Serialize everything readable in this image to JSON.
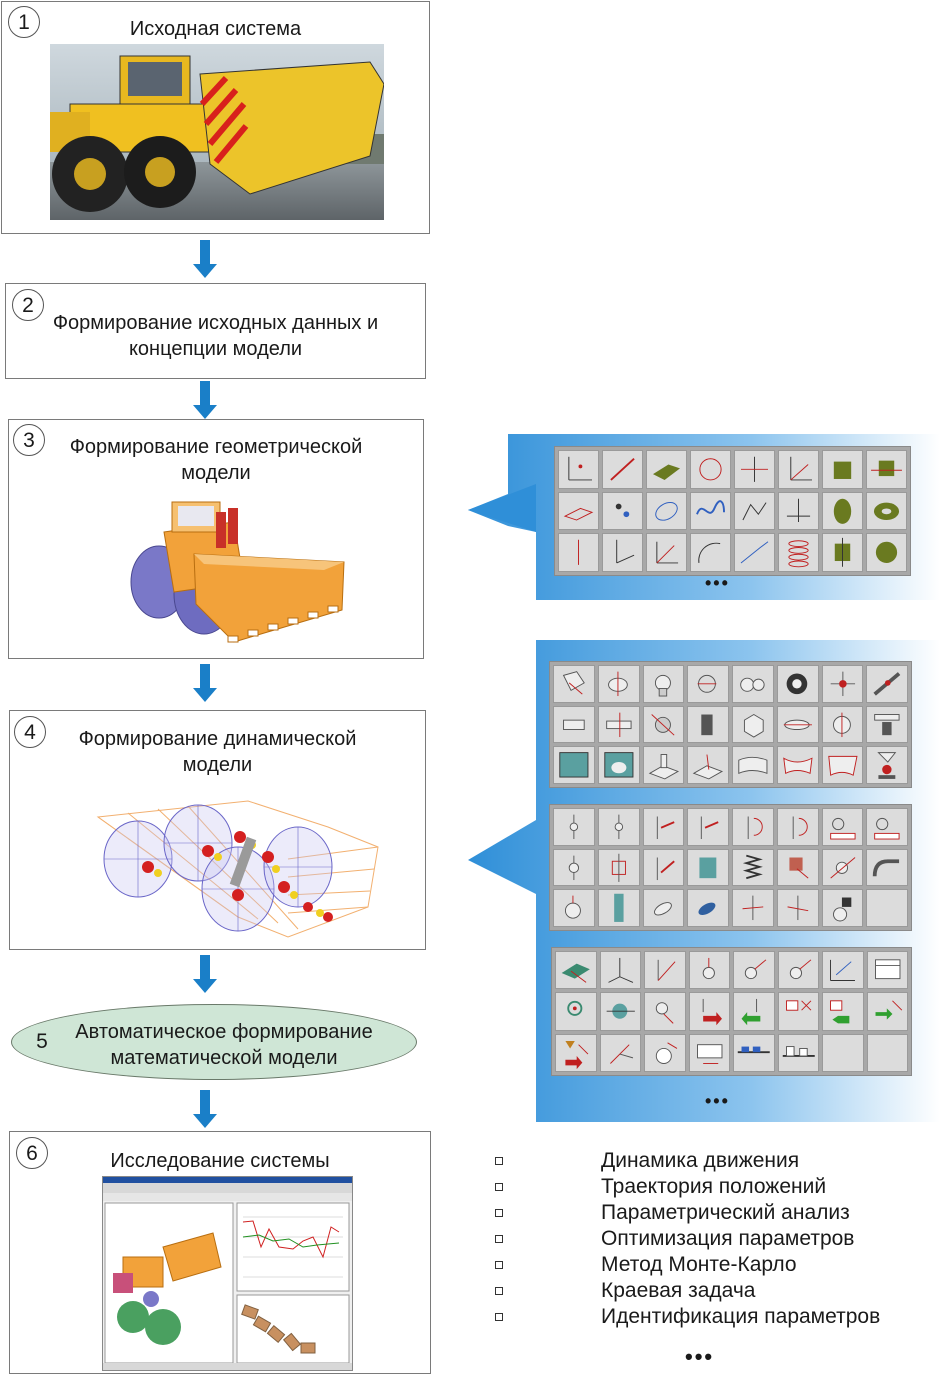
{
  "steps": [
    {
      "number": "1",
      "title": "Исходная система"
    },
    {
      "number": "2",
      "title_line1": "Формирование исходных данных и",
      "title_line2": "концепции модели"
    },
    {
      "number": "3",
      "title_line1": "Формирование геометрической",
      "title_line2": "модели"
    },
    {
      "number": "4",
      "title_line1": "Формирование динамической",
      "title_line2": "модели"
    },
    {
      "number": "5",
      "title_line1": "Автоматическое формирование",
      "title_line2": "математической модели"
    },
    {
      "number": "6",
      "title": "Исследование системы"
    }
  ],
  "palettes": {
    "geometry_more": "•••",
    "dynamics_more": "•••"
  },
  "analysis": {
    "items": [
      "Динамика движения",
      "Траектория положений",
      "Параметрический анализ",
      "Оптимизация параметров",
      "Метод Монте-Карло",
      "Краевая задача",
      "Идентификация параметров"
    ],
    "more": "•••"
  },
  "colors": {
    "arrow": "#1a7fc8",
    "panel": "#2f8fd8",
    "ellipse": "#cfe6d6",
    "loader_body": "#f2a23a",
    "wheel": "#7a78c8"
  }
}
